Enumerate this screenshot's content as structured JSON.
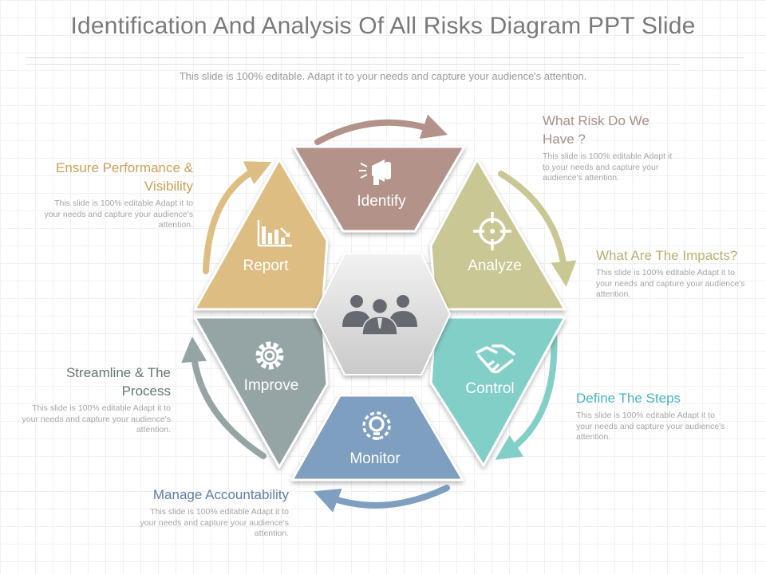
{
  "title": "Identification And Analysis Of All Risks Diagram PPT Slide",
  "subtitle": "This slide is 100% editable. Adapt it to your needs and capture your audience's attention.",
  "segments": {
    "identify": {
      "label": "Identify",
      "color": "#b39289",
      "icon": "megaphone-icon"
    },
    "analyze": {
      "label": "Analyze",
      "color": "#c9c794",
      "icon": "target-icon"
    },
    "control": {
      "label": "Control",
      "color": "#82cfc8",
      "icon": "handshake-icon"
    },
    "monitor": {
      "label": "Monitor",
      "color": "#7f9fc0",
      "icon": "lightbulb-gear-icon"
    },
    "improve": {
      "label": "Improve",
      "color": "#95a4a4",
      "icon": "gear-icon"
    },
    "report": {
      "label": "Report",
      "color": "#ddbd82",
      "icon": "bar-chart-icon"
    }
  },
  "center_icon": "people-group-icon",
  "callouts": {
    "identify": {
      "heading": "What Risk Do We Have ?",
      "text": "This slide is 100% editable Adapt it to your needs and capture your audience's attention.",
      "color": "#a98f87"
    },
    "analyze": {
      "heading": "What Are The Impacts?",
      "text": "This slide is 100% editable Adapt it to your needs and capture your audience's attention.",
      "color": "#b9b070"
    },
    "control": {
      "heading": "Define The Steps",
      "text": "This slide is 100% editable Adapt it to your needs and capture your audience's attention.",
      "color": "#4ab3c0"
    },
    "monitor": {
      "heading": "Manage Accountability",
      "text": "This slide is 100% editable Adapt it to your needs and capture your audience's attention.",
      "color": "#5f7ea4"
    },
    "improve": {
      "heading": "Streamline & The Process",
      "text": "This slide is 100% editable Adapt it to your needs and capture your audience's attention.",
      "color": "#667676"
    },
    "report": {
      "heading": "Ensure Performance & Visibility",
      "text": "This slide is 100% editable Adapt it to your needs and capture your audience's attention.",
      "color": "#c9a05a"
    }
  }
}
